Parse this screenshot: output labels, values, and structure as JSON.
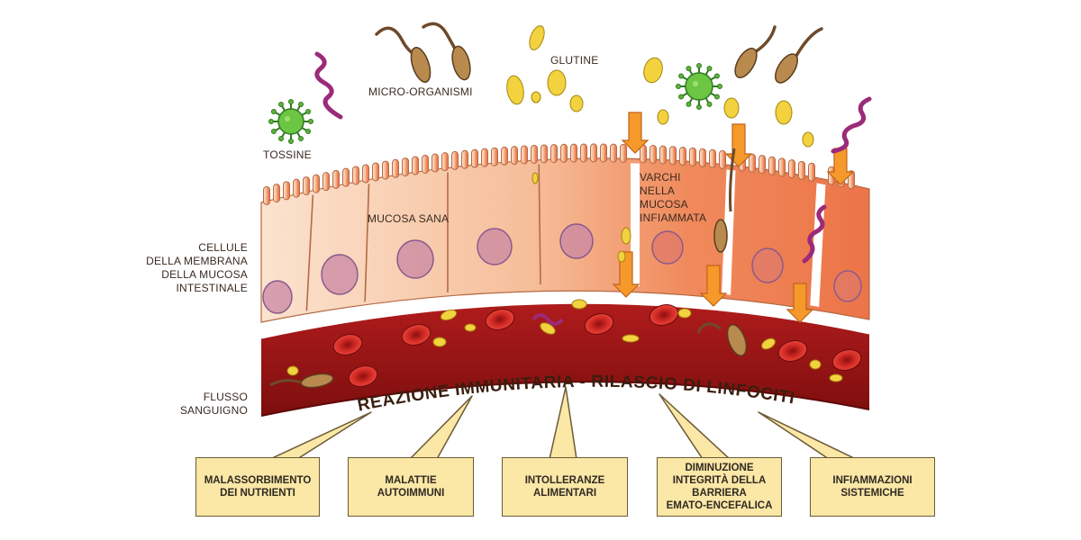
{
  "labels": {
    "tossine": "TOSSINE",
    "microorganismi": "MICRO-ORGANISMI",
    "glutine": "GLUTINE",
    "mucosa_sana": "MUCOSA SANA",
    "varchi": "VARCHI\nNELLA\nMUCOSA\nINFIAMMATA",
    "cellule": "CELLULE\nDELLA MEMBRANA\nDELLA MUCOSA\nINTESTINALE",
    "flusso": "FLUSSO\nSANGUIGNO"
  },
  "reaction_title": "REAZIONE IMMUNITARIA - RILASCIO DI LINFOCITI",
  "effects": [
    "MALASSORBIMENTO\nDEI NUTRIENTI",
    "MALATTIE\nAUTOIMMUNI",
    "INTOLLERANZE\nALIMENTARI",
    "DIMINUZIONE\nINTEGRITÀ DELLA\nBARRIERA\nEMATO-ENCEFALICA",
    "INFIAMMAZIONI\nSISTEMICHE"
  ],
  "colors": {
    "healthy_cell": "#f7c9a8",
    "inflamed_cell": "#ef7e50",
    "vessel": "#9e1616",
    "arrow": "#f59a2a",
    "box_fill": "#fbe7a6"
  }
}
